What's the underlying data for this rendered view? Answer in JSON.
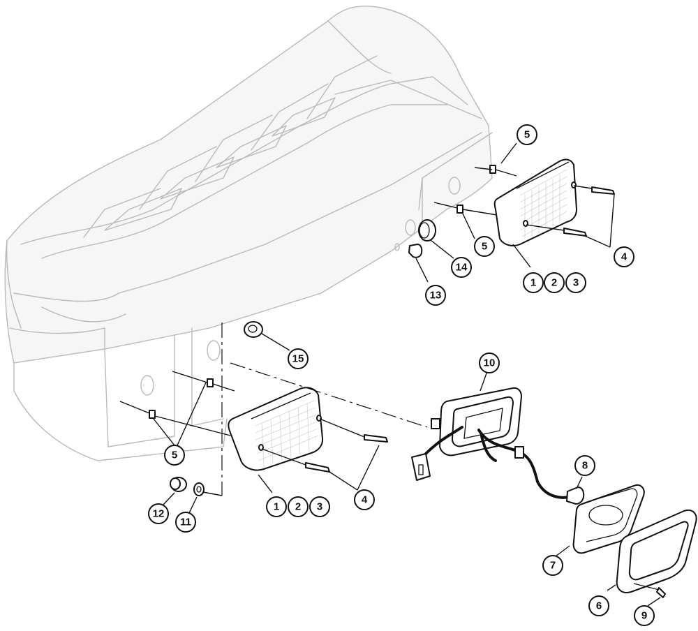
{
  "callouts": [
    {
      "id": "c5a",
      "label": "5"
    },
    {
      "id": "c5b",
      "label": "5"
    },
    {
      "id": "c4a",
      "label": "4"
    },
    {
      "id": "c1a",
      "label": "1"
    },
    {
      "id": "c2a",
      "label": "2"
    },
    {
      "id": "c3a",
      "label": "3"
    },
    {
      "id": "c14",
      "label": "14"
    },
    {
      "id": "c13",
      "label": "13"
    },
    {
      "id": "c15",
      "label": "15"
    },
    {
      "id": "c10",
      "label": "10"
    },
    {
      "id": "c5c",
      "label": "5"
    },
    {
      "id": "c4b",
      "label": "4"
    },
    {
      "id": "c1b",
      "label": "1"
    },
    {
      "id": "c2b",
      "label": "2"
    },
    {
      "id": "c3b",
      "label": "3"
    },
    {
      "id": "c12",
      "label": "12"
    },
    {
      "id": "c11",
      "label": "11"
    },
    {
      "id": "c8",
      "label": "8"
    },
    {
      "id": "c7",
      "label": "7"
    },
    {
      "id": "c6",
      "label": "6"
    },
    {
      "id": "c9",
      "label": "9"
    }
  ]
}
